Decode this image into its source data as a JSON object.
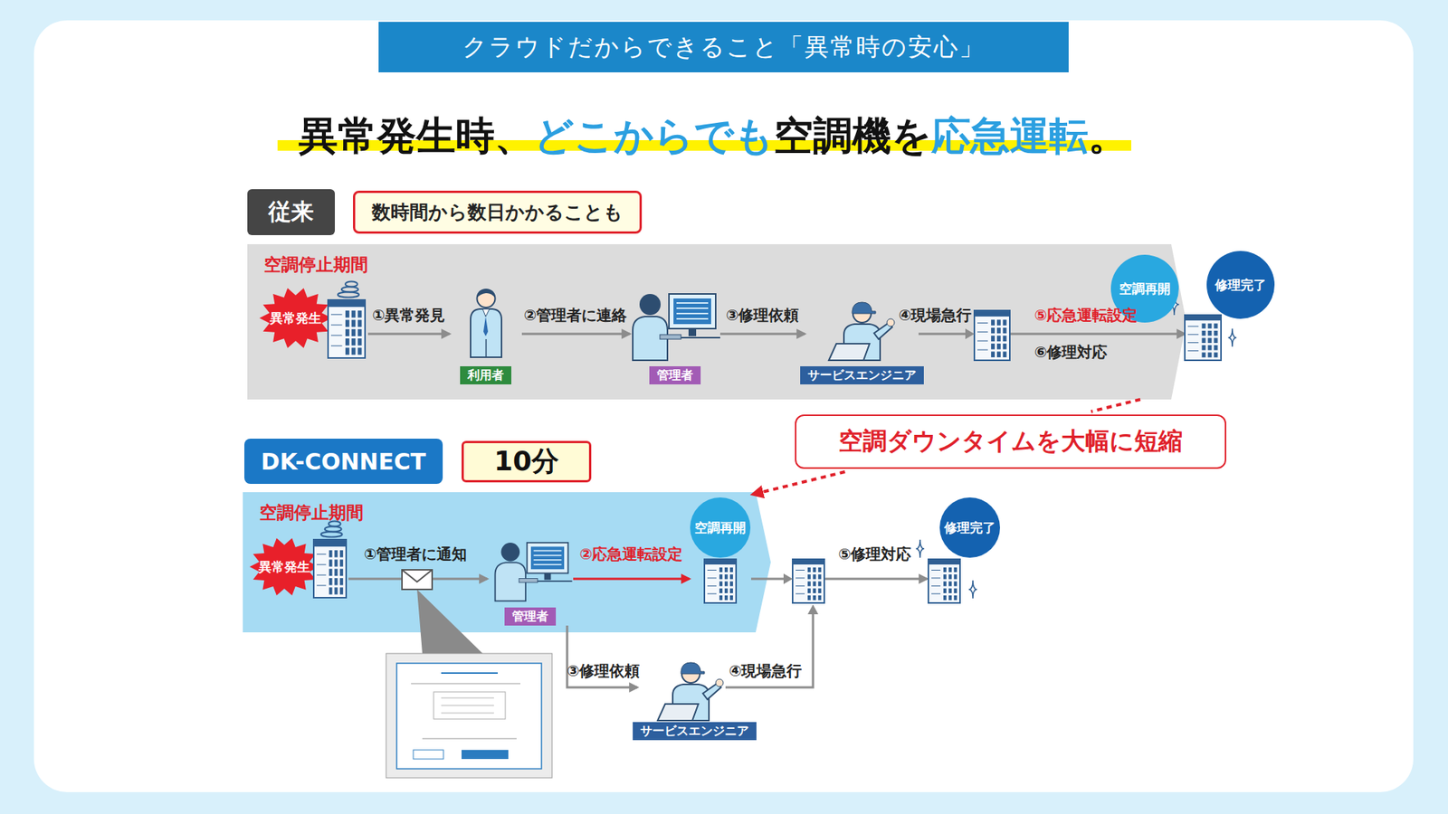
{
  "diagram": {
    "title": "クラウドだからできること「異常時の安心」",
    "nodes": [
      {
        "text": [
          "従来"
        ]
      },
      {
        "text": [
          "数時間から数日かかることも"
        ]
      },
      {
        "text": [
          "空調停止期間"
        ]
      },
      {
        "text": [
          "異常発生"
        ],
        "in": 2
      },
      {
        "text": [
          "利用者"
        ],
        "in": 2
      },
      {
        "text": [
          "管理者"
        ],
        "in": 2
      },
      {
        "text": [
          "サービスエンジニア"
        ],
        "in": 2
      },
      {
        "text": [
          "空調再開"
        ],
        "in": 2
      },
      {
        "text": [
          "修理完了"
        ]
      },
      {
        "text": [
          "空調ダウンタイムを大幅に短縮"
        ]
      },
      {
        "text": [
          "DK-CONNECT"
        ]
      },
      {
        "text": [
          "10分"
        ]
      },
      {
        "text": [
          "空調停止期間"
        ]
      },
      {
        "text": [
          "異常発生"
        ],
        "in": 12
      },
      {
        "text": [
          "管理者"
        ],
        "in": 12
      },
      {
        "text": [
          "空調再開"
        ],
        "in": 12
      },
      {
        "text": [
          "修理完了"
        ]
      },
      {
        "text": [
          "サービスエンジニア"
        ]
      }
    ],
    "edges": [
      {
        "from": 3,
        "to": 4,
        "label": "①異常発見",
        "arrow": "to"
      },
      {
        "from": 4,
        "to": 5,
        "label": "②管理者に連絡",
        "arrow": "to"
      },
      {
        "from": 5,
        "to": 6,
        "label": "③修理依頼",
        "arrow": "to"
      },
      {
        "from": 6,
        "to": 8,
        "label": "④現場急行",
        "arrow": "to"
      },
      {
        "from": 2,
        "to": 12,
        "arrow": "to"
      },
      {
        "from": 13,
        "to": 14,
        "label": "①管理者に通知",
        "arrow": "to"
      },
      {
        "from": 14,
        "to": 15,
        "label": "②応急運転設定",
        "arrow": "to"
      },
      {
        "from": 14,
        "to": 17,
        "label": "③修理依頼",
        "arrow": "to"
      },
      {
        "from": 15,
        "to": 16,
        "label": "⑤修理対応",
        "arrow": "to"
      }
    ],
    "labels": [
      "異常発生時、",
      "どこからでも",
      "空調機を",
      "応急運転",
      "。",
      "⑤応急運転設定",
      "⑥修理対応",
      "④現場急行"
    ]
  }
}
